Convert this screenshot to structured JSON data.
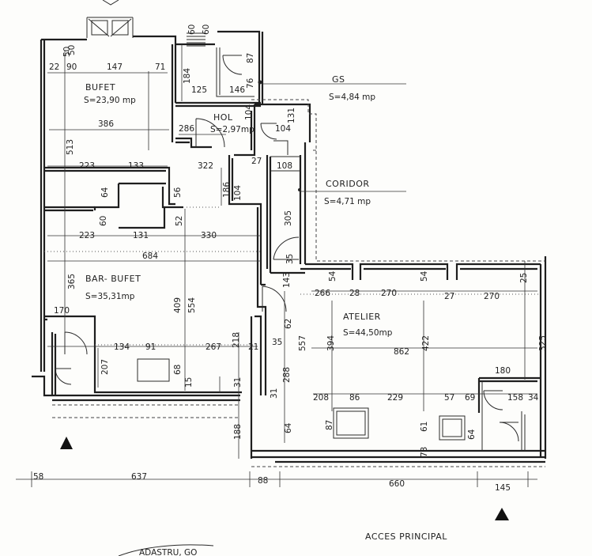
{
  "rooms": [
    {
      "name": "BUFET",
      "area": "S=23,90 mp"
    },
    {
      "name": "HOL",
      "area": "S=2,97mp"
    },
    {
      "name": "GS",
      "area": "S=4,84 mp"
    },
    {
      "name": "CORIDOR",
      "area": "S=4,71 mp"
    },
    {
      "name": "BAR- BUFET",
      "area": "S=35,31mp"
    },
    {
      "name": "ATELIER",
      "area": "S=44,50mp"
    }
  ],
  "dims_h": [
    "22",
    "90",
    "147",
    "71",
    "50",
    "125",
    "146",
    "386",
    "286",
    "104",
    "131",
    "223",
    "133",
    "322",
    "27",
    "108",
    "223",
    "131",
    "330",
    "684",
    "266",
    "28",
    "270",
    "54",
    "54",
    "27",
    "270",
    "25",
    "170",
    "134",
    "91",
    "267",
    "21",
    "35",
    "862",
    "180",
    "208",
    "86",
    "229",
    "57",
    "69",
    "158",
    "34",
    "58",
    "637",
    "88",
    "660",
    "145"
  ],
  "dims_v": [
    "50",
    "184",
    "60",
    "60",
    "76",
    "87",
    "104",
    "513",
    "64",
    "56",
    "186",
    "104",
    "60",
    "52",
    "305",
    "35",
    "143",
    "365",
    "409",
    "554",
    "218",
    "62",
    "557",
    "394",
    "422",
    "325",
    "207",
    "68",
    "15",
    "31",
    "288",
    "31",
    "87",
    "61",
    "64",
    "188",
    "64",
    "73"
  ],
  "labels": {
    "entrance": "ACCES PRINCIPAL",
    "stamp": "ADASTRU, GO"
  }
}
